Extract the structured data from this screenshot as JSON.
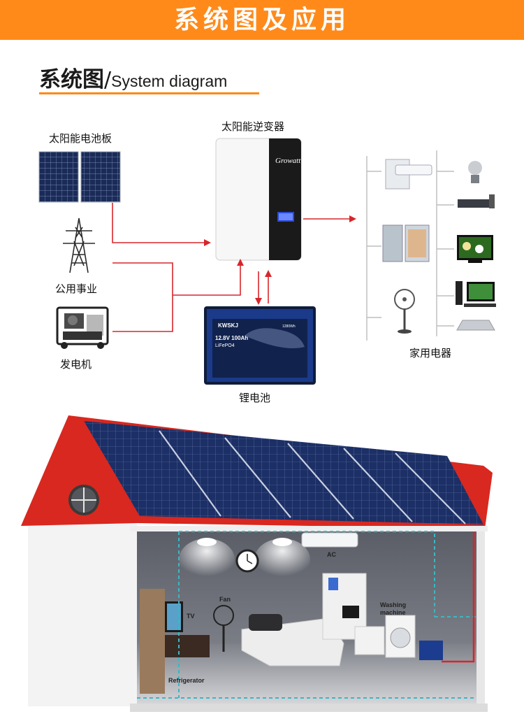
{
  "header": {
    "title": "系统图及应用"
  },
  "section": {
    "title_cn": "系统图",
    "separator": "/",
    "title_en": "System diagram"
  },
  "labels": {
    "solar_panel": "太阳能电池板",
    "inverter": "太阳能逆变器",
    "utility": "公用事业",
    "generator": "发电机",
    "battery": "锂电池",
    "appliances": "家用电器"
  },
  "inverter": {
    "brand": "Growatt"
  },
  "battery": {
    "brand": "KWSKJ",
    "voltage_capacity": "12.8V 100Ah",
    "chemistry": "LiFePO4",
    "energy": "1280Wh"
  },
  "house": {
    "labels": {
      "ac": "AC",
      "fan": "Fan",
      "tv": "TV",
      "washing": "Washing",
      "washing2": "machine",
      "refrigerator": "Refrigerator"
    }
  },
  "colors": {
    "accent": "#ff8a1a",
    "wire": "#d7262b",
    "bus": "#bdbdbd",
    "roof": "#d9281f",
    "cable": "#3ab7c4"
  }
}
